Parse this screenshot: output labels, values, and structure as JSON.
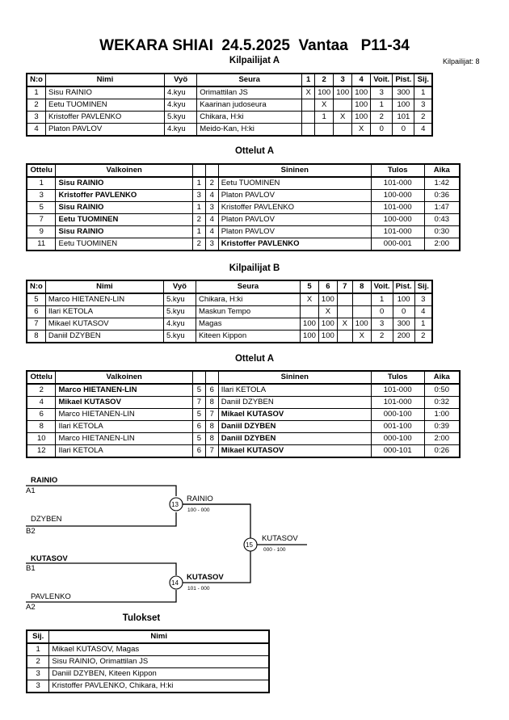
{
  "header": {
    "title": "WEKARA SHIAI  24.5.2025  Vantaa   P11-34",
    "competitors_count": "Kilpailijat: 8"
  },
  "pool_a": {
    "title": "Kilpailijat A",
    "columns": [
      "N:o",
      "Nimi",
      "Vyö",
      "Seura",
      "1",
      "2",
      "3",
      "4",
      "Voit.",
      "Pist.",
      "Sij."
    ],
    "rows": [
      [
        "1",
        "Sisu RAINIO",
        "4.kyu",
        "Orimattilan JS",
        "X",
        "100",
        "100",
        "100",
        "3",
        "300",
        "1"
      ],
      [
        "2",
        "Eetu TUOMINEN",
        "4.kyu",
        "Kaarinan judoseura",
        "",
        "X",
        "",
        "100",
        "1",
        "100",
        "3"
      ],
      [
        "3",
        "Kristoffer PAVLENKO",
        "5.kyu",
        "Chikara, H:ki",
        "",
        "1",
        "X",
        "100",
        "2",
        "101",
        "2"
      ],
      [
        "4",
        "Platon PAVLOV",
        "4.kyu",
        "Meido-Kan, H:ki",
        "",
        "",
        "",
        "X",
        "0",
        "0",
        "4"
      ]
    ]
  },
  "matches_a": {
    "title": "Ottelut A",
    "columns": [
      "Ottelu",
      "Valkoinen",
      "",
      "",
      "Sininen",
      "Tulos",
      "Aika"
    ],
    "rows": [
      {
        "no": "1",
        "white": "Sisu RAINIO",
        "wn": "1",
        "bn": "2",
        "blue": "Eetu TUOMINEN",
        "result": "101-000",
        "time": "1:42",
        "winner": "white"
      },
      {
        "no": "3",
        "white": "Kristoffer PAVLENKO",
        "wn": "3",
        "bn": "4",
        "blue": "Platon PAVLOV",
        "result": "100-000",
        "time": "0:36",
        "winner": "white"
      },
      {
        "no": "5",
        "white": "Sisu RAINIO",
        "wn": "1",
        "bn": "3",
        "blue": "Kristoffer PAVLENKO",
        "result": "101-000",
        "time": "1:47",
        "winner": "white"
      },
      {
        "no": "7",
        "white": "Eetu TUOMINEN",
        "wn": "2",
        "bn": "4",
        "blue": "Platon PAVLOV",
        "result": "100-000",
        "time": "0:43",
        "winner": "white"
      },
      {
        "no": "9",
        "white": "Sisu RAINIO",
        "wn": "1",
        "bn": "4",
        "blue": "Platon PAVLOV",
        "result": "101-000",
        "time": "0:30",
        "winner": "white"
      },
      {
        "no": "11",
        "white": "Eetu TUOMINEN",
        "wn": "2",
        "bn": "3",
        "blue": "Kristoffer PAVLENKO",
        "result": "000-001",
        "time": "2:00",
        "winner": "blue"
      }
    ]
  },
  "pool_b": {
    "title": "Kilpailijat B",
    "columns": [
      "N:o",
      "Nimi",
      "Vyö",
      "Seura",
      "5",
      "6",
      "7",
      "8",
      "Voit.",
      "Pist.",
      "Sij."
    ],
    "rows": [
      [
        "5",
        "Marco HIETANEN-LIN",
        "5.kyu",
        "Chikara, H:ki",
        "X",
        "100",
        "",
        "",
        "1",
        "100",
        "3"
      ],
      [
        "6",
        "Ilari KETOLA",
        "5.kyu",
        "Maskun Tempo",
        "",
        "X",
        "",
        "",
        "0",
        "0",
        "4"
      ],
      [
        "7",
        "Mikael KUTASOV",
        "4.kyu",
        "Magas",
        "100",
        "100",
        "X",
        "100",
        "3",
        "300",
        "1"
      ],
      [
        "8",
        "Daniil DZYBEN",
        "5.kyu",
        "Kiteen Kippon",
        "100",
        "100",
        "",
        "X",
        "2",
        "200",
        "2"
      ]
    ]
  },
  "matches_b": {
    "title": "Ottelut A",
    "columns": [
      "Ottelu",
      "Valkoinen",
      "",
      "",
      "Sininen",
      "Tulos",
      "Aika"
    ],
    "rows": [
      {
        "no": "2",
        "white": "Marco HIETANEN-LIN",
        "wn": "5",
        "bn": "6",
        "blue": "Ilari KETOLA",
        "result": "101-000",
        "time": "0:50",
        "winner": "white"
      },
      {
        "no": "4",
        "white": "Mikael KUTASOV",
        "wn": "7",
        "bn": "8",
        "blue": "Daniil DZYBEN",
        "result": "101-000",
        "time": "0:32",
        "winner": "white"
      },
      {
        "no": "6",
        "white": "Marco HIETANEN-LIN",
        "wn": "5",
        "bn": "7",
        "blue": "Mikael KUTASOV",
        "result": "000-100",
        "time": "1:00",
        "winner": "blue"
      },
      {
        "no": "8",
        "white": "Ilari KETOLA",
        "wn": "6",
        "bn": "8",
        "blue": "Daniil DZYBEN",
        "result": "001-100",
        "time": "0:39",
        "winner": "blue"
      },
      {
        "no": "10",
        "white": "Marco HIETANEN-LIN",
        "wn": "5",
        "bn": "8",
        "blue": "Daniil DZYBEN",
        "result": "000-100",
        "time": "2:00",
        "winner": "blue"
      },
      {
        "no": "12",
        "white": "Ilari KETOLA",
        "wn": "6",
        "bn": "7",
        "blue": "Mikael KUTASOV",
        "result": "000-101",
        "time": "0:26",
        "winner": "blue"
      }
    ]
  },
  "bracket": {
    "semi1": {
      "top": "RAINIO",
      "top_seed": "A1",
      "bottom": "DZYBEN",
      "bottom_seed": "B2",
      "match": "13",
      "winner": "RAINIO",
      "result": "100 - 000"
    },
    "semi2": {
      "top": "KUTASOV",
      "top_seed": "B1",
      "bottom": "PAVLENKO",
      "bottom_seed": "A2",
      "match": "14",
      "winner": "KUTASOV",
      "result": "101 - 000"
    },
    "final": {
      "match": "15",
      "winner": "KUTASOV",
      "result": "000 - 100"
    }
  },
  "results": {
    "title": "Tulokset",
    "columns": [
      "Sij.",
      "Nimi"
    ],
    "rows": [
      [
        "1",
        "Mikael KUTASOV, Magas"
      ],
      [
        "2",
        "Sisu RAINIO, Orimattilan JS"
      ],
      [
        "3",
        "Daniil DZYBEN, Kiteen Kippon"
      ],
      [
        "3",
        "Kristoffer PAVLENKO, Chikara, H:ki"
      ]
    ]
  }
}
